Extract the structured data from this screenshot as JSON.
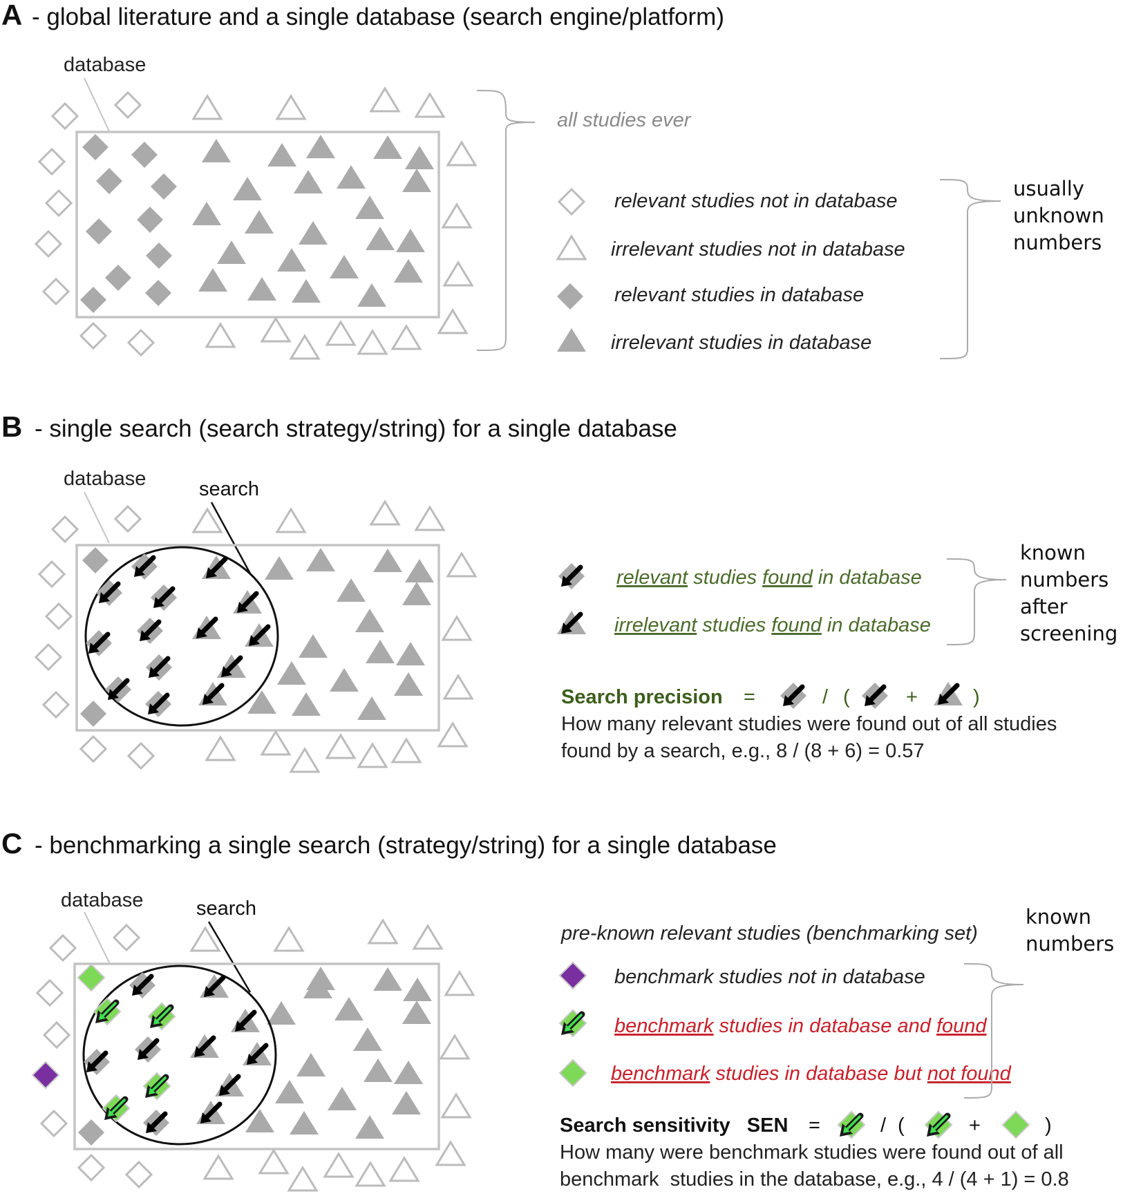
{
  "panels": {
    "A": {
      "letter": "A",
      "title": "- global literature and a single database (search engine/platform)",
      "database_label": "database",
      "all_studies_label": "all studies ever",
      "legend": [
        {
          "text": "relevant studies not in database"
        },
        {
          "text": "irrelevant studies not in database"
        },
        {
          "text": "relevant studies in database"
        },
        {
          "text": "irrelevant studies in database"
        }
      ],
      "bracket_note": [
        "usually",
        "unknown",
        "numbers"
      ]
    },
    "B": {
      "letter": "B",
      "title": "- single search (search strategy/string) for a single database",
      "database_label": "database",
      "search_label": "search",
      "legend": [
        {
          "parts": [
            "relevant",
            " studies ",
            "found",
            " in database"
          ]
        },
        {
          "parts": [
            "irrelevant",
            " studies ",
            "found",
            " in database"
          ]
        }
      ],
      "bracket_note": [
        "known",
        "numbers",
        "after",
        "screening"
      ],
      "formula_label": "Search precision",
      "formula_ops": [
        "=",
        "/",
        "(",
        "+",
        ")"
      ],
      "explanation": [
        "How many relevant studies were found out of all studies",
        "found by a search, e.g., 8 / (8 + 6) = 0.57"
      ]
    },
    "C": {
      "letter": "C",
      "title": "- benchmarking a single search (strategy/string) for a single database",
      "database_label": "database",
      "search_label": "search",
      "set_label": "pre-known relevant studies (benchmarking set)",
      "legend": [
        {
          "parts": [
            "benchmark studies not in database"
          ]
        },
        {
          "parts": [
            "benchmark",
            " studies in database and ",
            "found"
          ]
        },
        {
          "parts": [
            "benchmark",
            " studies in database but ",
            "not found"
          ]
        }
      ],
      "bracket_note": [
        "known",
        "numbers"
      ],
      "formula_label": "Search sensitivity   SEN",
      "formula_ops": [
        "=",
        "/",
        "(",
        "+",
        ")"
      ],
      "explanation": [
        "How many were benchmark studies were found out of all",
        "benchmark  studies in the database, e.g., 4 / (4 + 1) = 0.8"
      ]
    }
  },
  "colors": {
    "gray_fill": "#aaaaaa",
    "outline": "#bbbbbb",
    "green_text": "#4a6b2a",
    "green_title": "#3d5e1c",
    "red_text": "#c8202a",
    "purple": "#7a2fa0",
    "light_green": "#7ed957"
  }
}
